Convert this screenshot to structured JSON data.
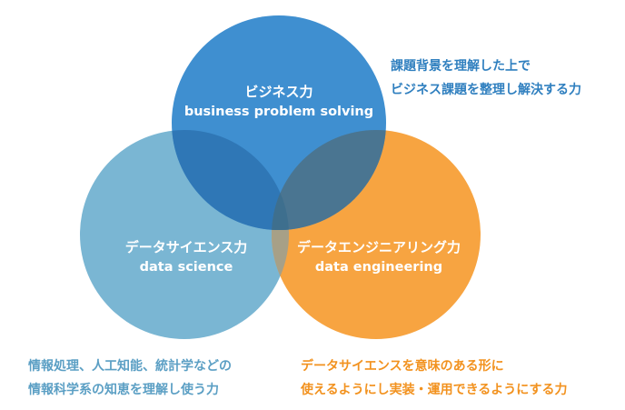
{
  "colors": {
    "business": "#3f8fd0",
    "data_science": "#7ab6d3",
    "data_engineering": "#f7a441",
    "business_text": "#2f7fbf",
    "data_science_text": "#5b9fc4",
    "data_engineering_text": "#f2921f"
  },
  "circles": {
    "business": {
      "title_jp": "ビジネス力",
      "title_en": "business problem solving"
    },
    "data_science": {
      "title_jp": "データサイエンス力",
      "title_en": "data science"
    },
    "data_engineering": {
      "title_jp": "データエンジニアリング力",
      "title_en": "data engineering"
    }
  },
  "descriptions": {
    "business": {
      "line1": "課題背景を理解した上で",
      "line2": "ビジネス課題を整理し解決する力"
    },
    "data_science": {
      "line1": "情報処理、人工知能、統計学などの",
      "line2": "情報科学系の知恵を理解し使う力"
    },
    "data_engineering": {
      "line1": "データサイエンスを意味のある形に",
      "line2": "使えるようにし実装・運用できるようにする力"
    }
  }
}
